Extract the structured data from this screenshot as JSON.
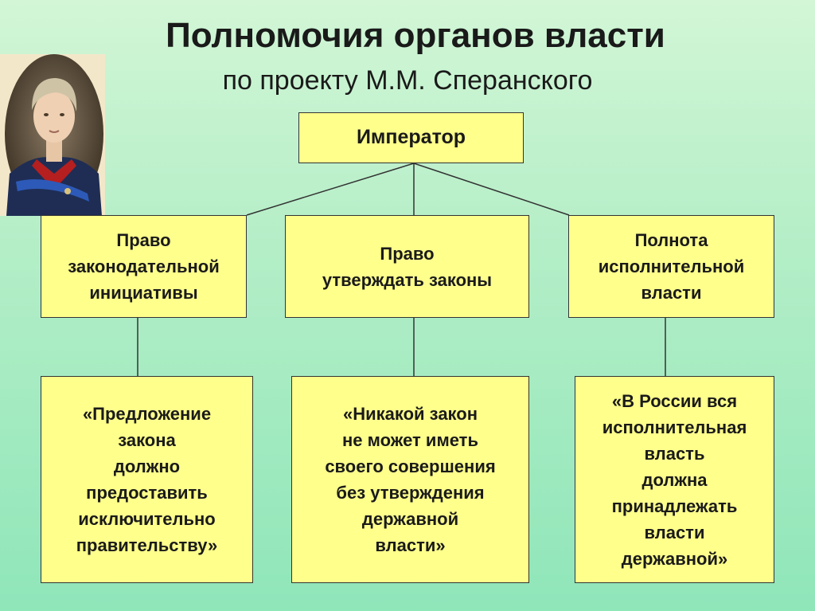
{
  "title": "Полномочия органов власти",
  "subtitle": "по проекту М.М. Сперанского",
  "colors": {
    "box_fill": "#ffff8c",
    "background": "#b4eec7"
  },
  "root": {
    "label": "Император"
  },
  "branches": [
    {
      "label": "Право\nзаконодательной\nинициативы",
      "quote": "«Предложение\nзакона\nдолжно\nпредоставить\nисключительно\nправительству»"
    },
    {
      "label": "Право\nутверждать законы",
      "quote": "«Никакой закон\nне может иметь\nсвоего совершения\nбез утверждения\nдержавной\nвласти»"
    },
    {
      "label": "Полнота\nисполнительной\nвласти",
      "quote": "«В России вся\nисполнительная\nвласть\nдолжна\nпринадлежать\nвласти\nдержавной»"
    }
  ]
}
